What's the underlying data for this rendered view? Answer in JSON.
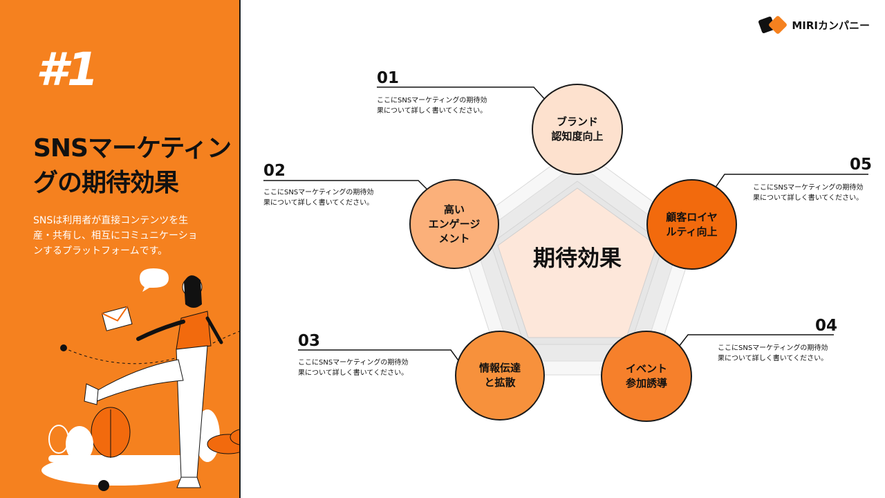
{
  "slide": {
    "number": "#1",
    "title": "SNSマーケティングの期待効果",
    "description": "SNSは利用者が直接コンテンツを生産・共有し、相互にコミュニケーションするプラットフォームです。"
  },
  "logo": {
    "name": "MIRIカンパニー"
  },
  "diagram": {
    "center_label": "期待効果",
    "items": [
      {
        "number": "01",
        "label": "ブランド\n認知度向上",
        "text": "ここにSNSマーケティングの期待効\n果について詳しく書いてください。"
      },
      {
        "number": "02",
        "label": "高い\nエンゲージ\nメント",
        "text": "ここにSNSマーケティングの期待効\n果について詳しく書いてください。"
      },
      {
        "number": "03",
        "label": "情報伝達\nと拡散",
        "text": "ここにSNSマーケティングの期待効\n果について詳しく書いてください。"
      },
      {
        "number": "04",
        "label": "イベント\n参加誘導",
        "text": "ここにSNSマーケティングの期待効\n果について詳しく書いてください。"
      },
      {
        "number": "05",
        "label": "顧客ロイヤ\nルティ向上",
        "text": "ここにSNSマーケティングの期待効\n果について詳しく書いてください。"
      }
    ]
  },
  "colors": {
    "accent": "#f5811f",
    "node_1": "#fde1ce",
    "node_2": "#fbb07a",
    "node_3": "#f7913c",
    "node_4": "#f6802b",
    "node_5": "#f26a0d",
    "pentagon_center": "#fde7da"
  }
}
